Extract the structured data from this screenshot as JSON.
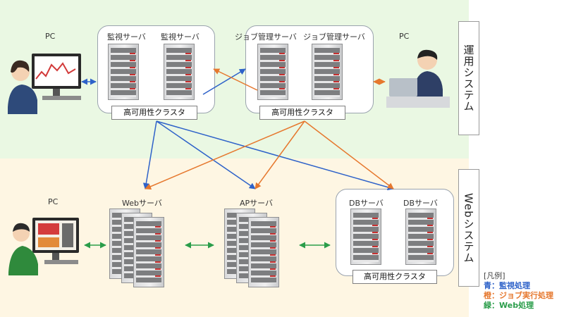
{
  "zones": {
    "ops": {
      "label": "運用システム"
    },
    "web": {
      "label": "Webシステム"
    }
  },
  "nodes": {
    "pc_ops_left": {
      "label": "PC"
    },
    "monitor_1": {
      "label": "監視サーバ"
    },
    "monitor_2": {
      "label": "監視サーバ"
    },
    "monitor_cluster": {
      "label": "高可用性クラスタ"
    },
    "job_1": {
      "label": "ジョブ管理サーバ"
    },
    "job_2": {
      "label": "ジョブ管理サーバ"
    },
    "job_cluster": {
      "label": "高可用性クラスタ"
    },
    "pc_ops_right": {
      "label": "PC"
    },
    "pc_web": {
      "label": "PC"
    },
    "web_server": {
      "label": "Webサーバ"
    },
    "ap_server": {
      "label": "APサーバ"
    },
    "db_1": {
      "label": "DBサーバ"
    },
    "db_2": {
      "label": "DBサーバ"
    },
    "db_cluster": {
      "label": "高可用性クラスタ"
    }
  },
  "legend": {
    "title": "[凡例]",
    "items": [
      {
        "text": "青：監視処理",
        "color": "#2e62c9"
      },
      {
        "text": "橙：ジョブ実行処理",
        "color": "#e6782e"
      },
      {
        "text": "緑：Web処理",
        "color": "#2a9d4a"
      }
    ]
  },
  "colors": {
    "monitoring": "#2e62c9",
    "job": "#e6782e",
    "web": "#2a9d4a",
    "ops_zone": "#eaf8e3",
    "web_zone": "#fef6e3"
  }
}
